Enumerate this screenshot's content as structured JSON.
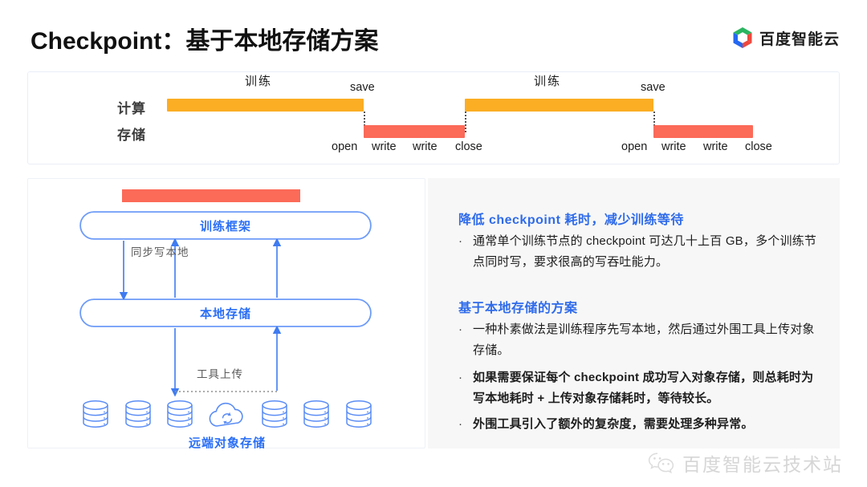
{
  "header": {
    "title": "Checkpoint：基于本地存储方案",
    "brand_text": "百度智能云",
    "brand_icon": "baidu-cloud-hexagon-logo"
  },
  "timeline": {
    "row_labels": {
      "compute": "计算",
      "storage": "存储"
    },
    "groups": [
      {
        "training_label": "训练",
        "save_label": "save",
        "storage_steps": [
          "open",
          "write",
          "write",
          "close"
        ]
      },
      {
        "training_label": "训练",
        "save_label": "save",
        "storage_steps": [
          "open",
          "write",
          "write",
          "close"
        ]
      }
    ],
    "colors": {
      "compute_bar": "#FBAD24",
      "storage_bar": "#FC6A58"
    }
  },
  "diagram": {
    "red_bar_caption": "",
    "boxes": [
      {
        "label": "训练框架"
      },
      {
        "label": "本地存储"
      }
    ],
    "arrow_labels": {
      "sync_write_local": "同步写本地",
      "tool_upload": "工具上传"
    },
    "remote_storage_label": "远端对象存储",
    "node_icons": [
      "database-icon",
      "database-icon",
      "database-icon",
      "cloud-sync-icon",
      "database-icon",
      "database-icon",
      "database-icon"
    ],
    "accent_color": "#2B6FF5"
  },
  "notes": {
    "sections": [
      {
        "heading": "降低 checkpoint 耗时，减少训练等待",
        "bullets": [
          {
            "text": "通常单个训练节点的 checkpoint 可达几十上百 GB，多个训练节点同时写，要求很高的写吞吐能力。",
            "bold": false
          }
        ]
      },
      {
        "heading": "基于本地存储的方案",
        "bullets": [
          {
            "text": "一种朴素做法是训练程序先写本地，然后通过外围工具上传对象存储。",
            "bold": false
          },
          {
            "text": "如果需要保证每个 checkpoint 成功写入对象存储，则总耗时为 写本地耗时 + 上传对象存储耗时，等待较长。",
            "bold": true
          },
          {
            "text": "外围工具引入了额外的复杂度，需要处理多种异常。",
            "bold": true
          }
        ]
      }
    ],
    "bullet_marker": "·",
    "heading_color": "#2F6BEA"
  },
  "watermark": {
    "icon": "wechat-icon",
    "text": "百度智能云技术站"
  }
}
